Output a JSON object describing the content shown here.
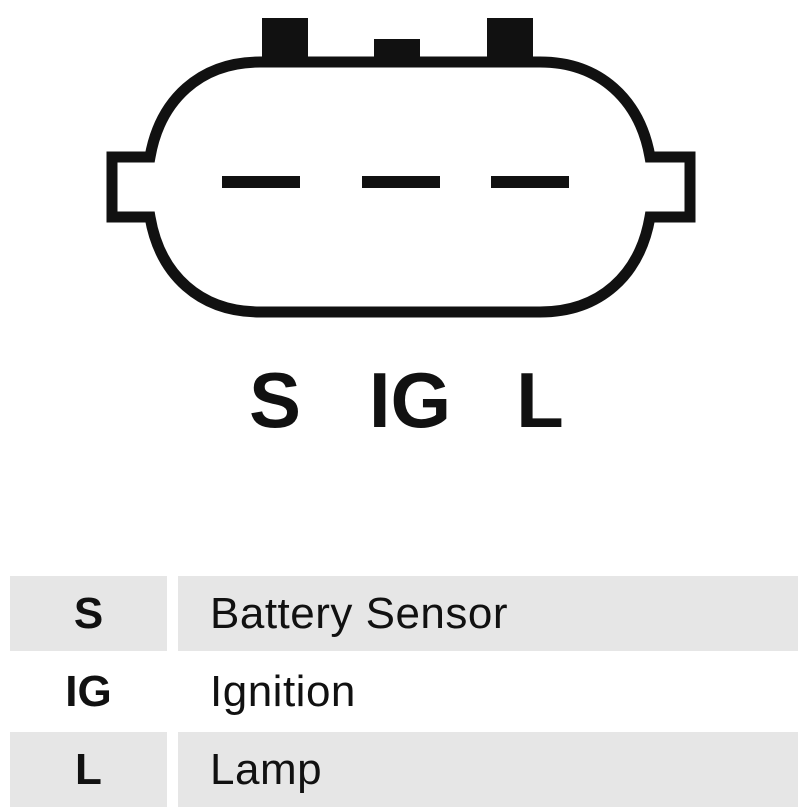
{
  "pins": [
    {
      "code": "S",
      "description": "Battery Sensor"
    },
    {
      "code": "IG",
      "description": "Ignition"
    },
    {
      "code": "L",
      "description": "Lamp"
    }
  ],
  "legend_rows": [
    {
      "code": "S",
      "description": "Battery Sensor",
      "shaded": true
    },
    {
      "code": "IG",
      "description": "Ignition",
      "shaded": false
    },
    {
      "code": "L",
      "description": "Lamp",
      "shaded": true
    }
  ],
  "colors": {
    "outline": "#111111",
    "row_shade": "#e6e6e6",
    "background": "#ffffff"
  }
}
